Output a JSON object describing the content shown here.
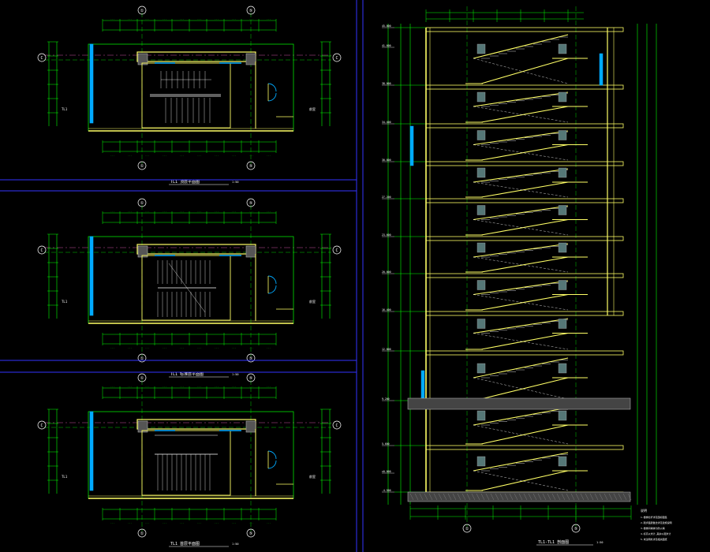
{
  "colors": {
    "background": "#000000",
    "dimension": "#00ff00",
    "wall": "#ffff66",
    "stair": "#ffffff",
    "border": "#3333ff",
    "glass": "#00aaff",
    "grid_circle": "#ffffff",
    "hatch": "#aaaaaa",
    "dashed": "#ff66cc"
  },
  "axes": {
    "left_axis": "①",
    "right_axis": "⑤",
    "side_axis": "C"
  },
  "plans": [
    {
      "title": "TL1 顶层平面图",
      "scale": "1:50",
      "room_left": "TL1",
      "room_right": "前室"
    },
    {
      "title": "TL1 标准层平面图",
      "scale": "1:50",
      "room_left": "TL1",
      "room_right": "前室"
    },
    {
      "title": "TL1 首层平面图",
      "scale": "1:50",
      "room_left": "TL1",
      "room_right": "前室"
    }
  ],
  "section": {
    "title": "TL1-TL1 剖面图",
    "scale": "1:50",
    "levels_left": [
      "45.000",
      "41.600",
      "38.000",
      "34.400",
      "30.800",
      "27.200",
      "23.600",
      "20.000",
      "16.400",
      "12.800",
      "9.200",
      "5.600",
      "±0.000",
      "-4.500"
    ],
    "notes_header": "说明",
    "notes": [
      "1.楼梯栏杆详见国标图集",
      "2.踏步面层做法详见建施说明",
      "3.楼梯间墙体为防火墙",
      "4.标高以米计,其余以毫米计",
      "5.未注明处详见相关图纸"
    ]
  }
}
